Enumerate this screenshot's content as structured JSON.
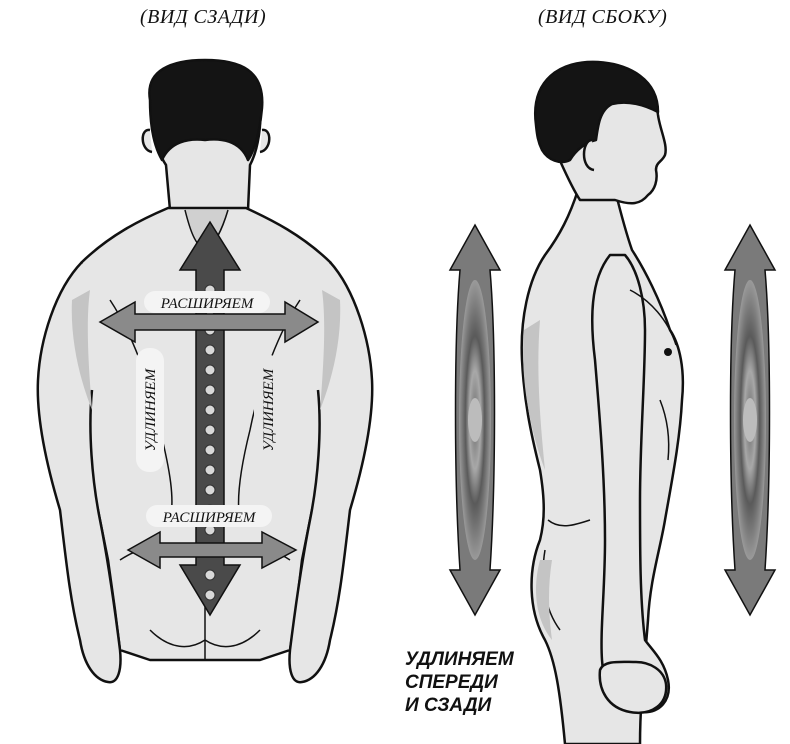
{
  "titles": {
    "back_view": "(ВИД СЗАДИ)",
    "side_view": "(ВИД СБОКУ)"
  },
  "back_labels": {
    "widen_top": "РАСШИРЯЕМ",
    "widen_bottom": "РАСШИРЯЕМ",
    "lengthen_left": "УДЛИНЯЕМ",
    "lengthen_right": "УДЛИНЯЕМ"
  },
  "side_note": {
    "line1": "УДЛИНЯЕМ",
    "line2": "СПЕРЕДИ",
    "line3": "И СЗАДИ"
  },
  "colors": {
    "outline": "#111111",
    "skin": "#e6e6e6",
    "shadow": "#c4c4c4",
    "arrow": "#7a7a7a",
    "arrow_dark": "#3c3c3c",
    "hair": "#141414"
  }
}
